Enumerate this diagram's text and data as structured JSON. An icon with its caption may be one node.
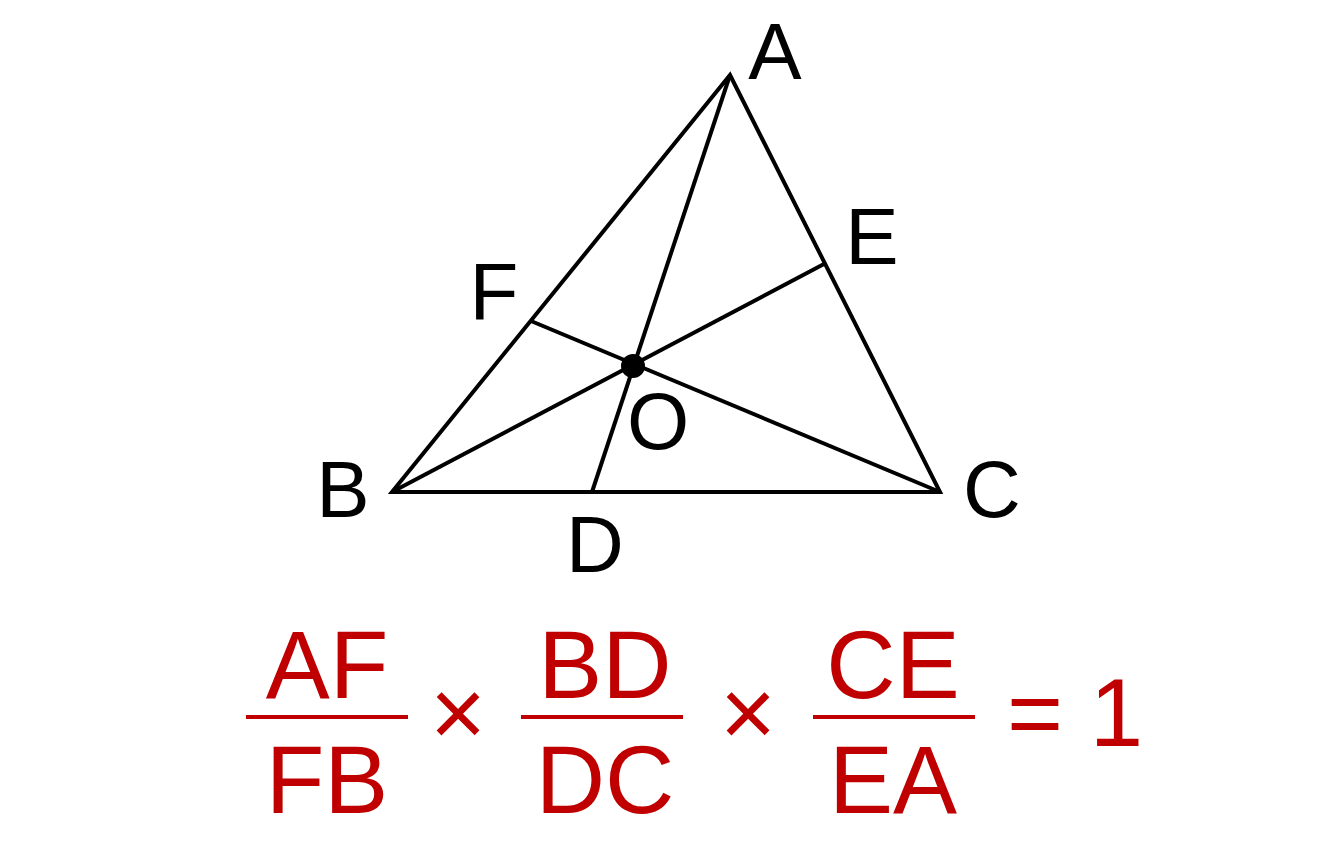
{
  "diagram": {
    "labels": [
      "A",
      "E",
      "F",
      "O",
      "B",
      "C",
      "D",
      "AF",
      "FB",
      "×",
      "BD",
      "DC",
      "×",
      "CE",
      "EA",
      "= 1"
    ]
  }
}
